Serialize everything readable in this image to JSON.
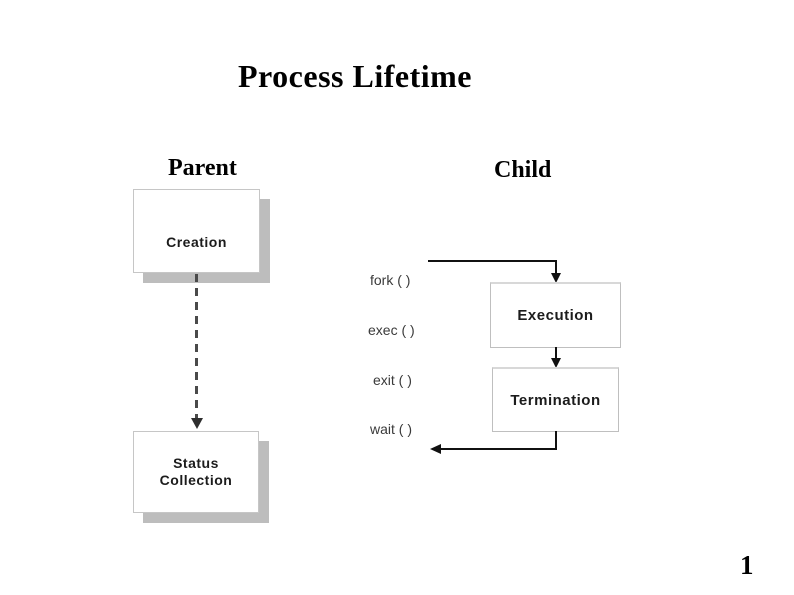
{
  "slide": {
    "title": "Process Lifetime",
    "page_number": "1"
  },
  "diagram": {
    "columns": {
      "parent": "Parent",
      "child": "Child"
    },
    "boxes": {
      "creation": "Creation",
      "execution": "Execution",
      "termination": "Termination",
      "status_collection": "Status Collection"
    },
    "syscalls": {
      "fork": "fork ( )",
      "exec": "exec ( )",
      "exit": "exit ( )",
      "wait": "wait ( )"
    },
    "connections": [
      "Creation -> fork ( ) -> Execution",
      "Execution -> Termination",
      "Termination -> wait ( ) -> Status Collection",
      "Creation --dashed--> Status Collection"
    ],
    "colors": {
      "background": "#ffffff",
      "box_fill": "#ffffff",
      "box_border": "#c6c6c6",
      "box_shadow": "#bdbdbd",
      "arrow": "#111111",
      "dashed_line": "#4a4a4a",
      "syscall_text": "#3a3a3a",
      "heading_text": "#000000"
    }
  }
}
